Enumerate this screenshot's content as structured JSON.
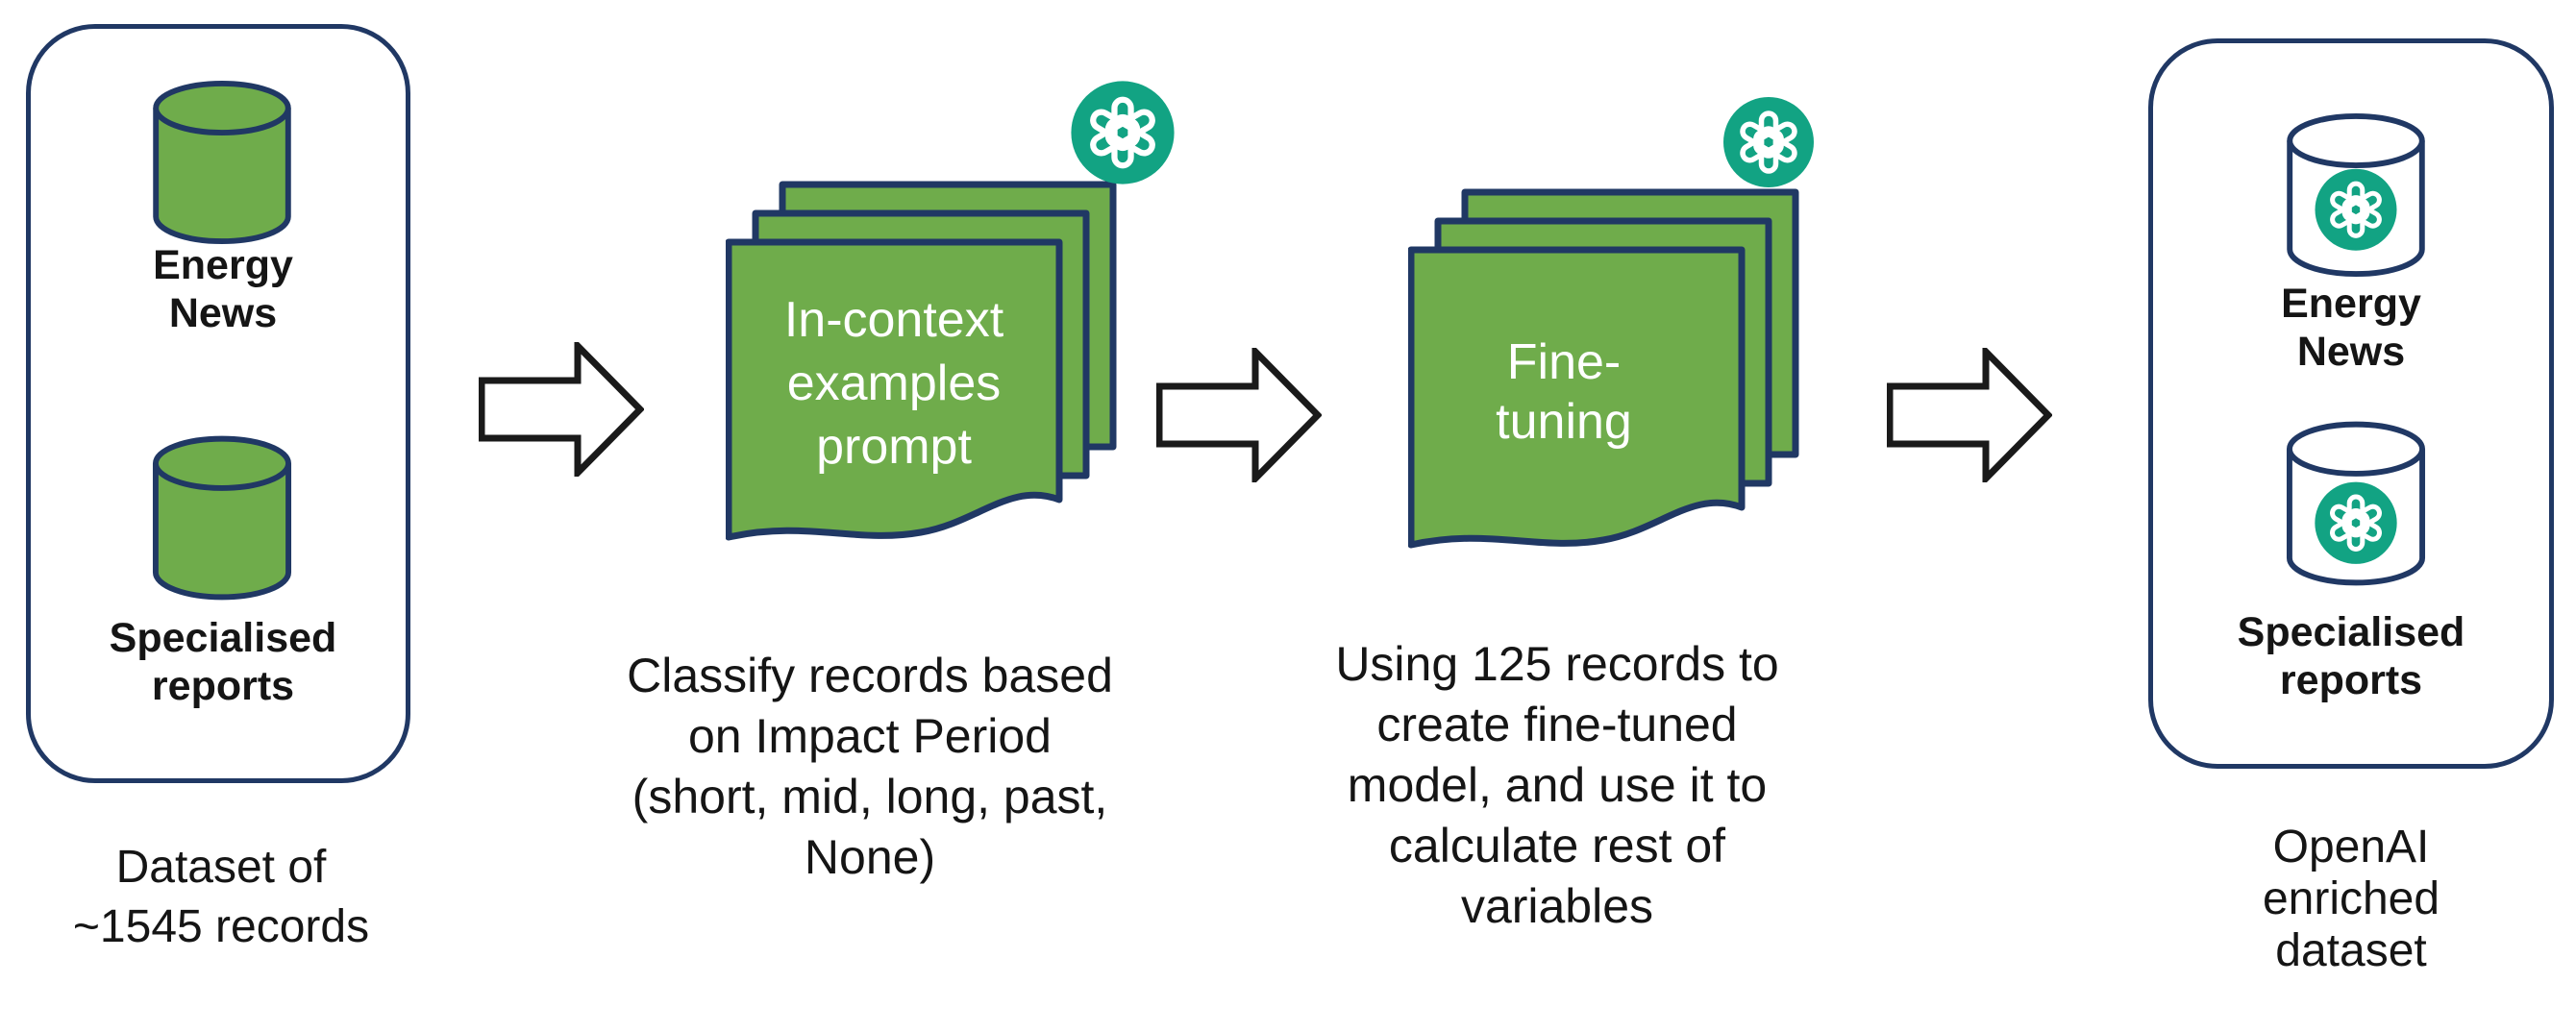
{
  "colors": {
    "green": "#6FAC4B",
    "navy": "#203864",
    "openai": "#12A383",
    "ink": "#151515",
    "arrow": "#1a1a1a"
  },
  "icons": {
    "database": "database-cylinder-icon",
    "openai": "openai-logo-icon",
    "documents": "document-stack-icon",
    "arrow": "flow-arrow-icon"
  },
  "left_panel": {
    "databases": [
      {
        "label": "Energy\nNews"
      },
      {
        "label": "Specialised\nreports"
      }
    ],
    "caption": "Dataset of\n~1545 records"
  },
  "stage_incontext": {
    "doc_label": "In-context\nexamples\nprompt",
    "caption": "Classify records based\non Impact Period\n(short, mid, long, past,\nNone)"
  },
  "stage_finetune": {
    "doc_label": "Fine-\ntuning",
    "caption": "Using 125 records to\ncreate fine-tuned\nmodel, and use it to\ncalculate rest of\nvariables"
  },
  "right_panel": {
    "databases": [
      {
        "label": "Energy\nNews"
      },
      {
        "label": "Specialised\nreports"
      }
    ],
    "caption": "OpenAI\nenriched\ndataset"
  }
}
